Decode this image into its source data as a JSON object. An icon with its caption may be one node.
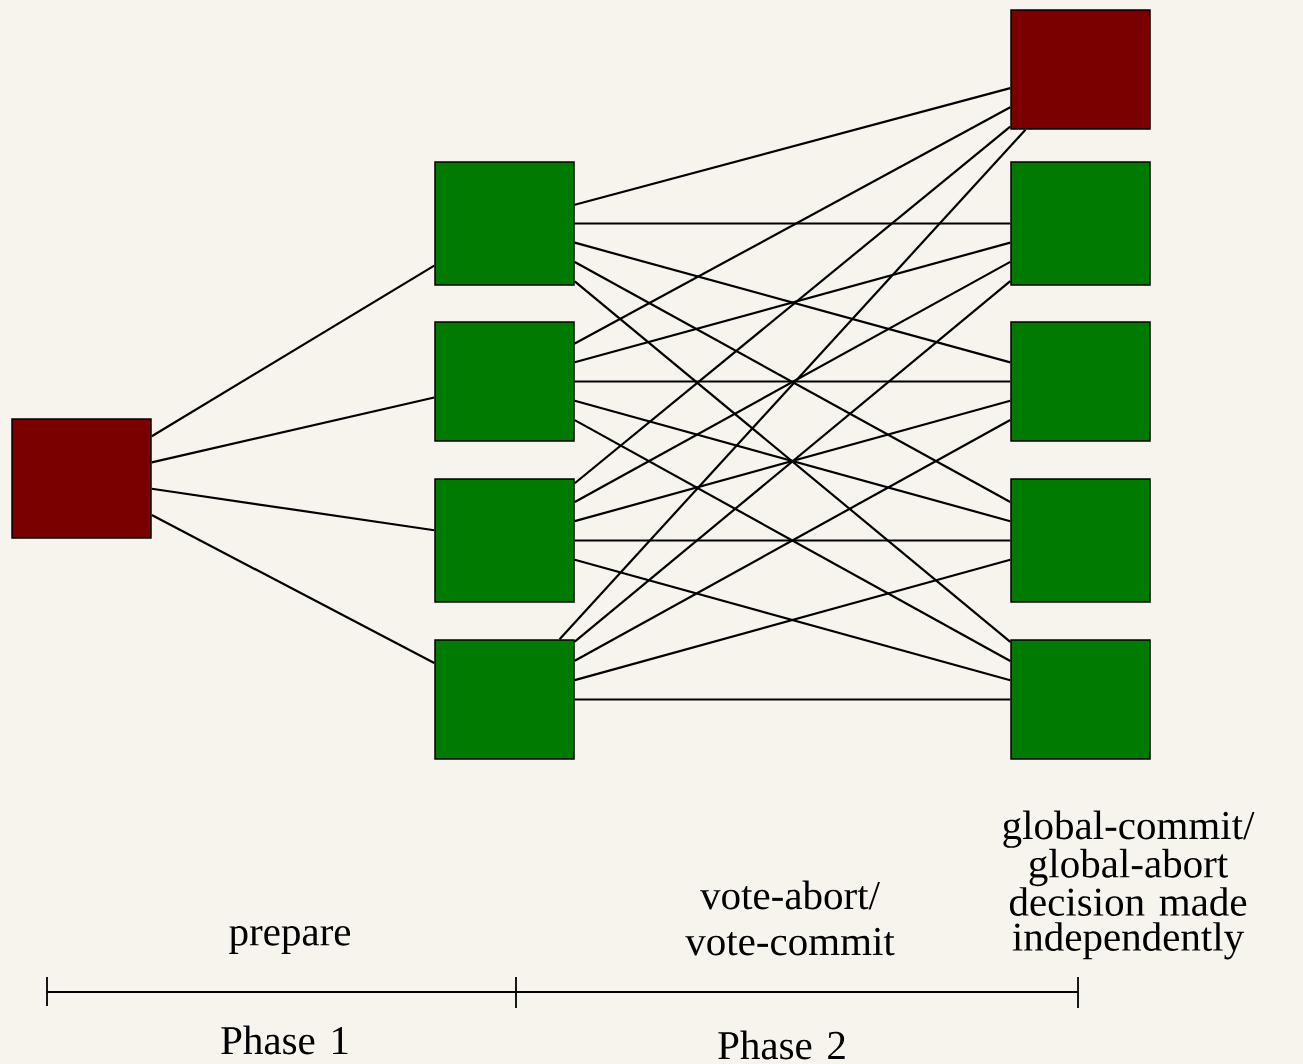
{
  "diagram": {
    "nodes": [
      {
        "text": [],
        "shape": "box"
      },
      {
        "text": [],
        "shape": "box"
      },
      {
        "text": [],
        "shape": "box"
      },
      {
        "text": [],
        "shape": "box"
      },
      {
        "text": [],
        "shape": "box"
      },
      {
        "text": [],
        "shape": "box"
      },
      {
        "text": [],
        "shape": "box"
      },
      {
        "text": [],
        "shape": "box"
      },
      {
        "text": [],
        "shape": "box"
      },
      {
        "text": [],
        "shape": "box"
      }
    ],
    "edges": [
      {
        "from": 0,
        "to": 1,
        "arrow": "none"
      },
      {
        "from": 0,
        "to": 2,
        "arrow": "none"
      },
      {
        "from": 0,
        "to": 3,
        "arrow": "none"
      },
      {
        "from": 0,
        "to": 4,
        "arrow": "none"
      },
      {
        "from": 1,
        "to": 5,
        "arrow": "none"
      },
      {
        "from": 1,
        "to": 6,
        "arrow": "none"
      },
      {
        "from": 1,
        "to": 7,
        "arrow": "none"
      },
      {
        "from": 1,
        "to": 8,
        "arrow": "none"
      },
      {
        "from": 1,
        "to": 9,
        "arrow": "none"
      },
      {
        "from": 2,
        "to": 5,
        "arrow": "none"
      },
      {
        "from": 2,
        "to": 6,
        "arrow": "none"
      },
      {
        "from": 2,
        "to": 7,
        "arrow": "none"
      },
      {
        "from": 2,
        "to": 8,
        "arrow": "none"
      },
      {
        "from": 2,
        "to": 9,
        "arrow": "none"
      },
      {
        "from": 3,
        "to": 5,
        "arrow": "none"
      },
      {
        "from": 3,
        "to": 6,
        "arrow": "none"
      },
      {
        "from": 3,
        "to": 7,
        "arrow": "none"
      },
      {
        "from": 3,
        "to": 8,
        "arrow": "none"
      },
      {
        "from": 3,
        "to": 9,
        "arrow": "none"
      },
      {
        "from": 4,
        "to": 5,
        "arrow": "none"
      },
      {
        "from": 4,
        "to": 6,
        "arrow": "none"
      },
      {
        "from": 4,
        "to": 7,
        "arrow": "none"
      },
      {
        "from": 4,
        "to": 8,
        "arrow": "none"
      },
      {
        "from": 4,
        "to": 9,
        "arrow": "none"
      }
    ],
    "labels": [
      "global-commit/ global-abort decision made independently",
      "vote-abort/ vote-commit",
      "prepare",
      "Phase 1",
      "Phase 2"
    ]
  }
}
